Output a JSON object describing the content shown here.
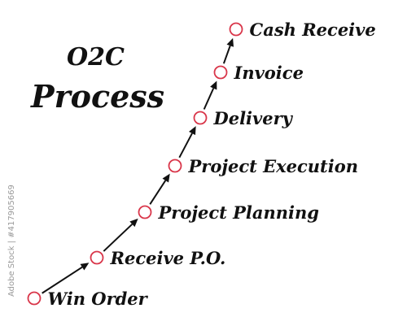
{
  "title": {
    "line1": "O2C",
    "line2": "Process"
  },
  "steps": [
    {
      "label": "Win Order"
    },
    {
      "label": "Receive P.O."
    },
    {
      "label": "Project Planning"
    },
    {
      "label": "Project Execution"
    },
    {
      "label": "Delivery"
    },
    {
      "label": "Invoice"
    },
    {
      "label": "Cash Receive"
    }
  ],
  "watermark": "Adobe Stock | #417905669",
  "colors": {
    "circle_stroke": "#d9364a",
    "arrow": "#111111",
    "text": "#111111"
  },
  "icons": {
    "step_marker": "circle-icon",
    "connector": "arrow-icon"
  }
}
